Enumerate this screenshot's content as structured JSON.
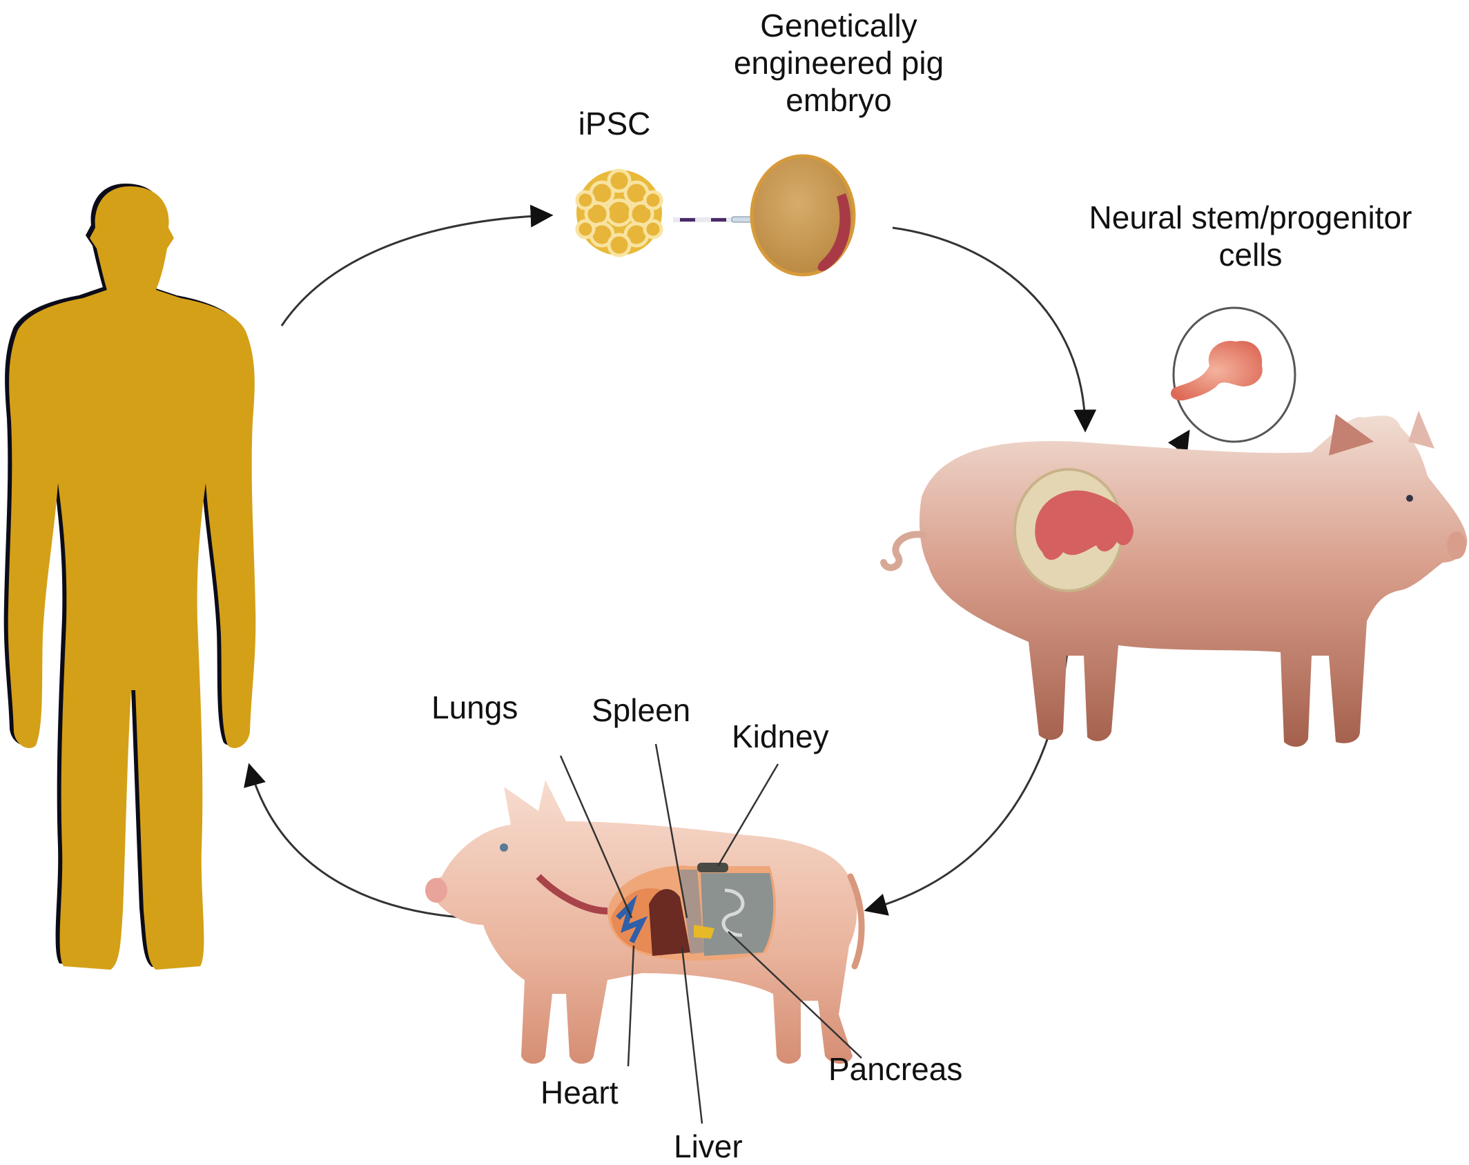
{
  "figure": {
    "description": "Xenotransplantation workflow: human iPSC injected into genetically engineered pig embryo, chimeric pig, organs returned to human",
    "colors": {
      "human": "#D4A017",
      "human_shadow": "#0b0b1a",
      "ipsc": "#E9B93A",
      "embryo": "#C99A52",
      "embryo_cells": "#A83A46",
      "pig_light": "#EDC2B4",
      "pig_dark": "#B06A55",
      "neural_cells": "#E07260",
      "arrow": "#333333"
    }
  },
  "labels": {
    "ipsc": "iPSC",
    "embryo": [
      "Genetically",
      "engineered pig",
      "embryo"
    ],
    "neural": [
      "Neural stem/progenitor",
      "cells"
    ],
    "lungs": "Lungs",
    "spleen": "Spleen",
    "kidney": "Kidney",
    "heart": "Heart",
    "liver": "Liver",
    "pancreas": "Pancreas"
  },
  "nodes": [
    {
      "id": "human",
      "name": "Human patient"
    },
    {
      "id": "ipsc",
      "name": "iPSC"
    },
    {
      "id": "embryo",
      "name": "Genetically engineered pig embryo"
    },
    {
      "id": "chimeric-pig",
      "name": "Pregnant pig carrying chimeric fetus"
    },
    {
      "id": "neural-cells",
      "name": "Neural stem/progenitor cells"
    },
    {
      "id": "organ-pig",
      "name": "Pig with humanized organs"
    }
  ],
  "edges": [
    {
      "from": "human",
      "to": "ipsc"
    },
    {
      "from": "ipsc",
      "to": "embryo",
      "style": "injection-pipette"
    },
    {
      "from": "embryo",
      "to": "chimeric-pig"
    },
    {
      "from": "chimeric-pig",
      "to": "neural-cells"
    },
    {
      "from": "chimeric-pig",
      "to": "organ-pig"
    },
    {
      "from": "organ-pig",
      "to": "human"
    }
  ]
}
